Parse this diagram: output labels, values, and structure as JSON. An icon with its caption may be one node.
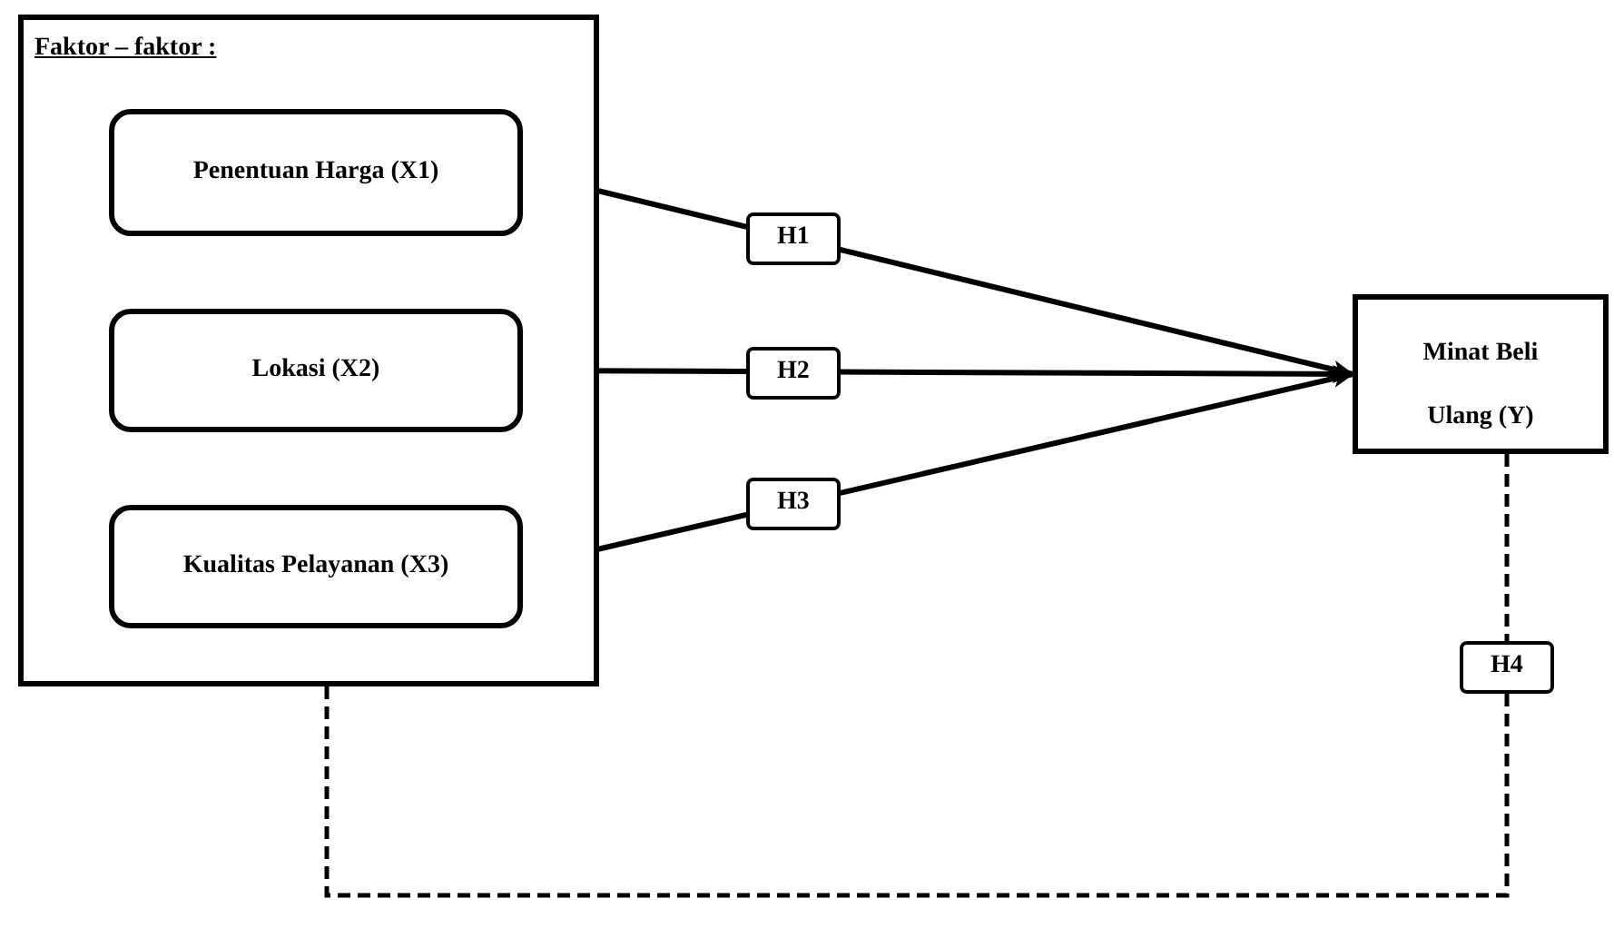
{
  "diagram": {
    "nodes": [
      {
        "text": [
          "Faktor – faktor :"
        ]
      },
      {
        "text": [
          "Penentuan Harga (X1)"
        ],
        "in": 0
      },
      {
        "text": [
          "Lokasi (X2)"
        ],
        "in": 0
      },
      {
        "text": [
          "Kualitas Pelayanan (X3)"
        ],
        "in": 0
      },
      {
        "text": [
          "Minat Beli Ulang (Y)"
        ]
      }
    ],
    "edges": [
      {
        "from": 1,
        "to": 4,
        "arrow": "to",
        "label": "H1"
      },
      {
        "from": 2,
        "to": 4,
        "arrow": "to",
        "label": "H2"
      },
      {
        "from": 3,
        "to": 4,
        "arrow": "to",
        "label": "H3"
      },
      {
        "from": 0,
        "to": 4,
        "arrow": "none",
        "label": "H4",
        "style": "dashed"
      }
    ]
  }
}
